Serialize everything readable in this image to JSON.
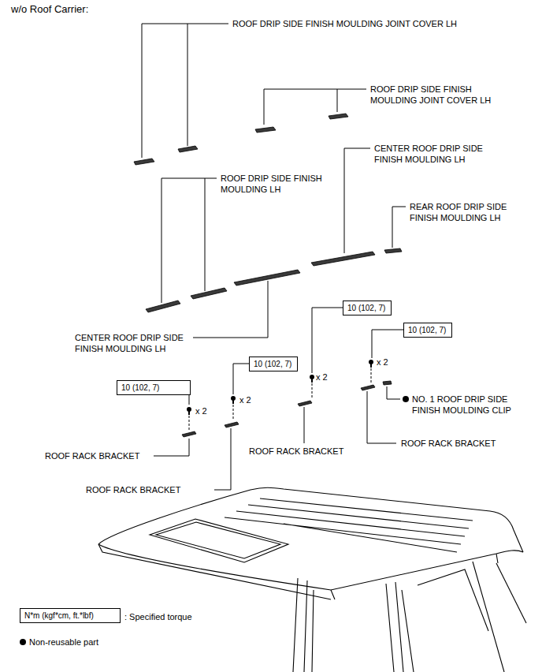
{
  "diagram": {
    "title": "w/o Roof Carrier:",
    "nodes": [
      {
        "text": [
          "10 (102, 7)"
        ]
      },
      {
        "text": [
          "10 (102, 7)"
        ]
      },
      {
        "text": [
          "10 (102, 7)"
        ]
      },
      {
        "text": [
          "10 (102, 7)"
        ]
      },
      {
        "text": [
          "N*m (kgf*cm, ft.*lbf)"
        ]
      }
    ],
    "labels": [
      "ROOF DRIP SIDE FINISH MOULDING JOINT COVER LH",
      "ROOF DRIP SIDE FINISH MOULDING JOINT COVER LH",
      "CENTER ROOF DRIP SIDE FINISH MOULDING LH",
      "ROOF DRIP SIDE FINISH MOULDING LH",
      "REAR ROOF DRIP SIDE FINISH MOULDING LH",
      "CENTER ROOF DRIP SIDE FINISH MOULDING LH",
      "x 2",
      "x 2",
      "x 2",
      "x 2",
      "NO. 1 ROOF DRIP SIDE FINISH MOULDING CLIP",
      "ROOF RACK BRACKET",
      "ROOF RACK BRACKET",
      "ROOF RACK BRACKET",
      "ROOF RACK BRACKET"
    ],
    "legend": [
      {
        "text": ": Specified torque"
      },
      {
        "text": "Non-reusable part"
      }
    ]
  }
}
